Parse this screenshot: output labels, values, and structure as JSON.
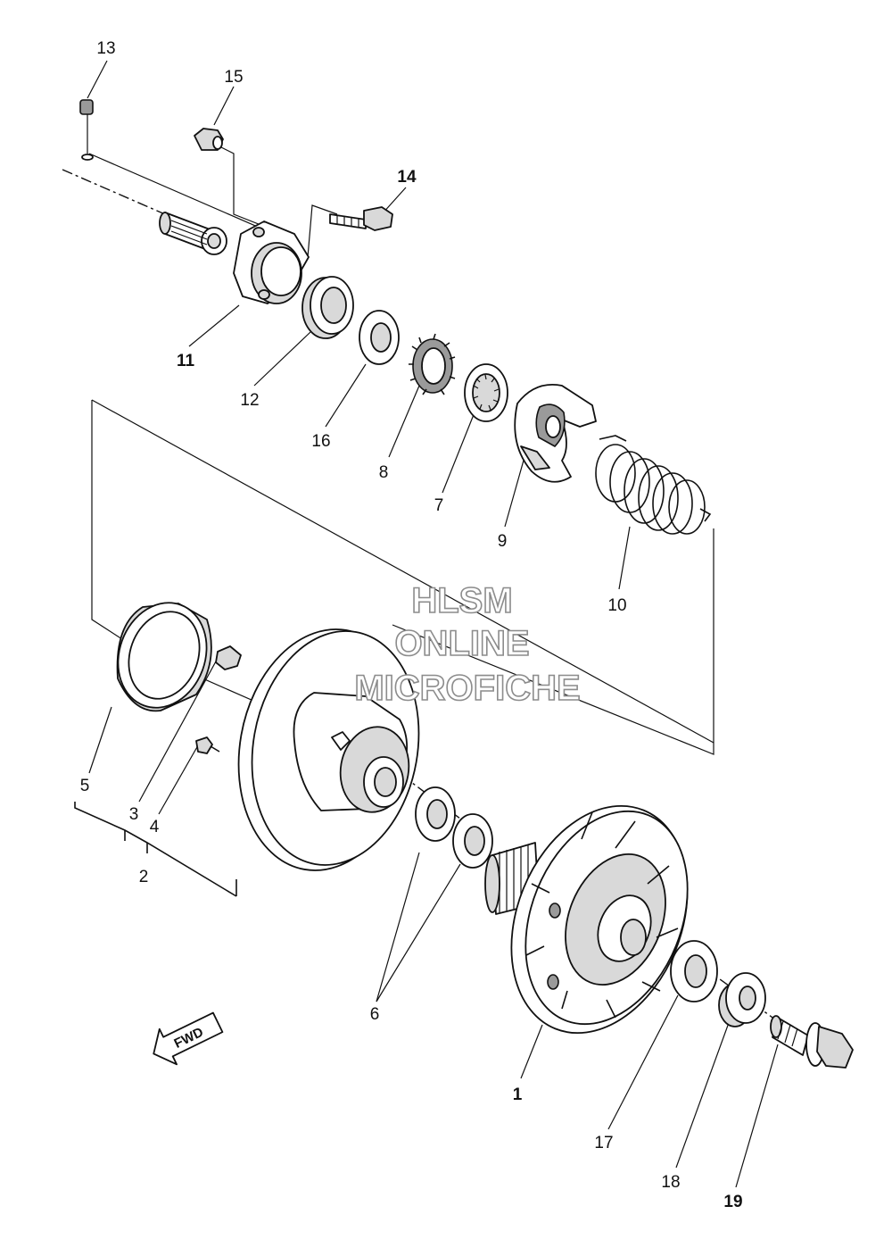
{
  "diagram": {
    "callouts": [
      {
        "id": "1",
        "label": "1"
      },
      {
        "id": "2",
        "label": "2"
      },
      {
        "id": "3",
        "label": "3"
      },
      {
        "id": "4",
        "label": "4"
      },
      {
        "id": "5",
        "label": "5"
      },
      {
        "id": "6",
        "label": "6"
      },
      {
        "id": "7",
        "label": "7"
      },
      {
        "id": "8",
        "label": "8"
      },
      {
        "id": "9",
        "label": "9"
      },
      {
        "id": "10",
        "label": "10"
      },
      {
        "id": "11",
        "label": "11"
      },
      {
        "id": "12",
        "label": "12"
      },
      {
        "id": "13",
        "label": "13"
      },
      {
        "id": "14",
        "label": "14"
      },
      {
        "id": "15",
        "label": "15"
      },
      {
        "id": "16",
        "label": "16"
      },
      {
        "id": "17",
        "label": "17"
      },
      {
        "id": "18",
        "label": "18"
      },
      {
        "id": "19",
        "label": "19"
      }
    ],
    "watermark": {
      "line1": "HLSM",
      "line2": "ONLINE",
      "line3": "MICROFICHE"
    },
    "direction_marker": "FWD"
  }
}
